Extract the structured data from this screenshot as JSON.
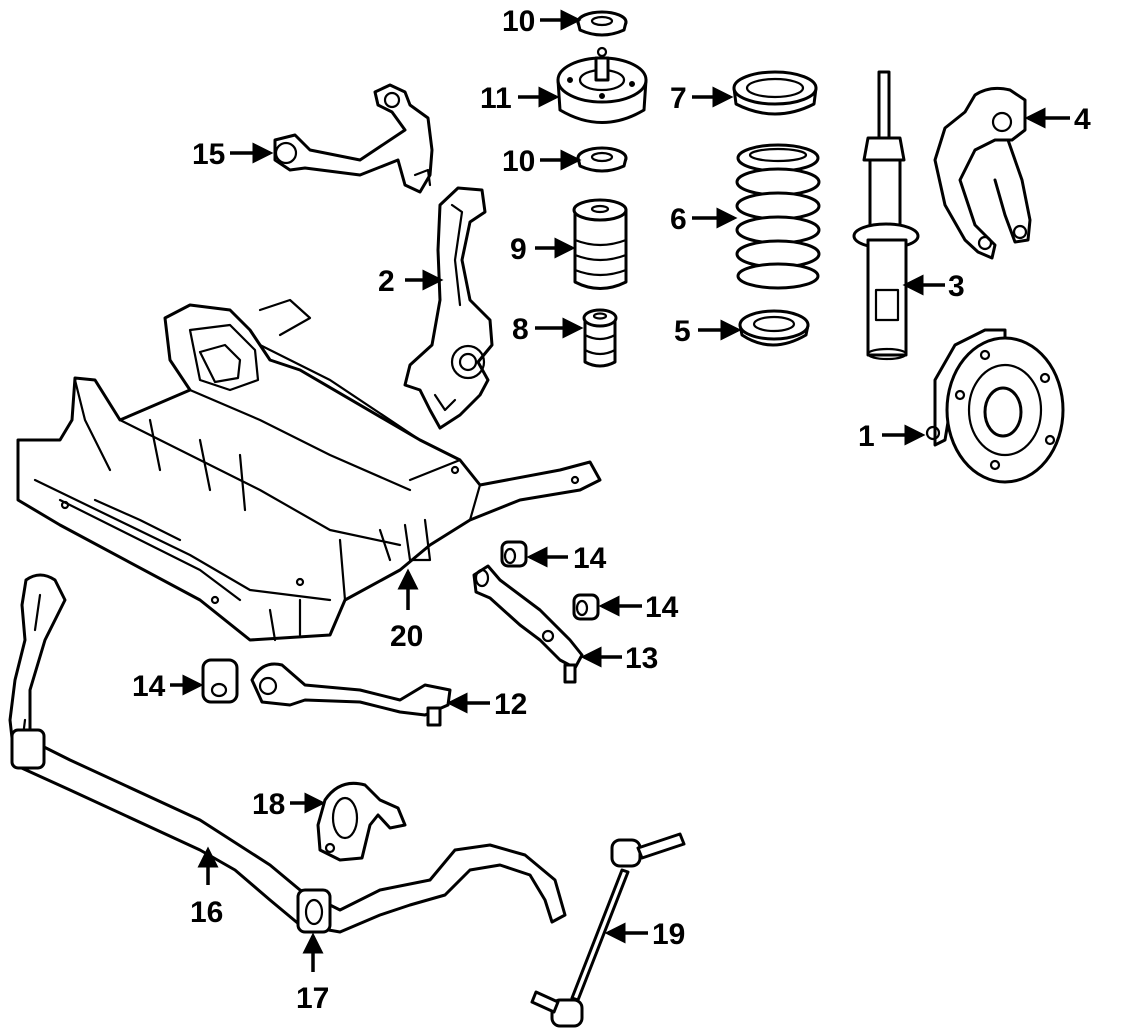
{
  "diagram": {
    "callouts": [
      {
        "id": "1",
        "label": "1"
      },
      {
        "id": "2",
        "label": "2"
      },
      {
        "id": "3",
        "label": "3"
      },
      {
        "id": "4",
        "label": "4"
      },
      {
        "id": "5",
        "label": "5"
      },
      {
        "id": "6",
        "label": "6"
      },
      {
        "id": "7",
        "label": "7"
      },
      {
        "id": "8",
        "label": "8"
      },
      {
        "id": "9",
        "label": "9"
      },
      {
        "id": "10a",
        "label": "10"
      },
      {
        "id": "10b",
        "label": "10"
      },
      {
        "id": "11",
        "label": "11"
      },
      {
        "id": "12",
        "label": "12"
      },
      {
        "id": "13",
        "label": "13"
      },
      {
        "id": "14a",
        "label": "14"
      },
      {
        "id": "14b",
        "label": "14"
      },
      {
        "id": "14c",
        "label": "14"
      },
      {
        "id": "15",
        "label": "15"
      },
      {
        "id": "16",
        "label": "16"
      },
      {
        "id": "17",
        "label": "17"
      },
      {
        "id": "18",
        "label": "18"
      },
      {
        "id": "19",
        "label": "19"
      },
      {
        "id": "20",
        "label": "20"
      }
    ]
  }
}
